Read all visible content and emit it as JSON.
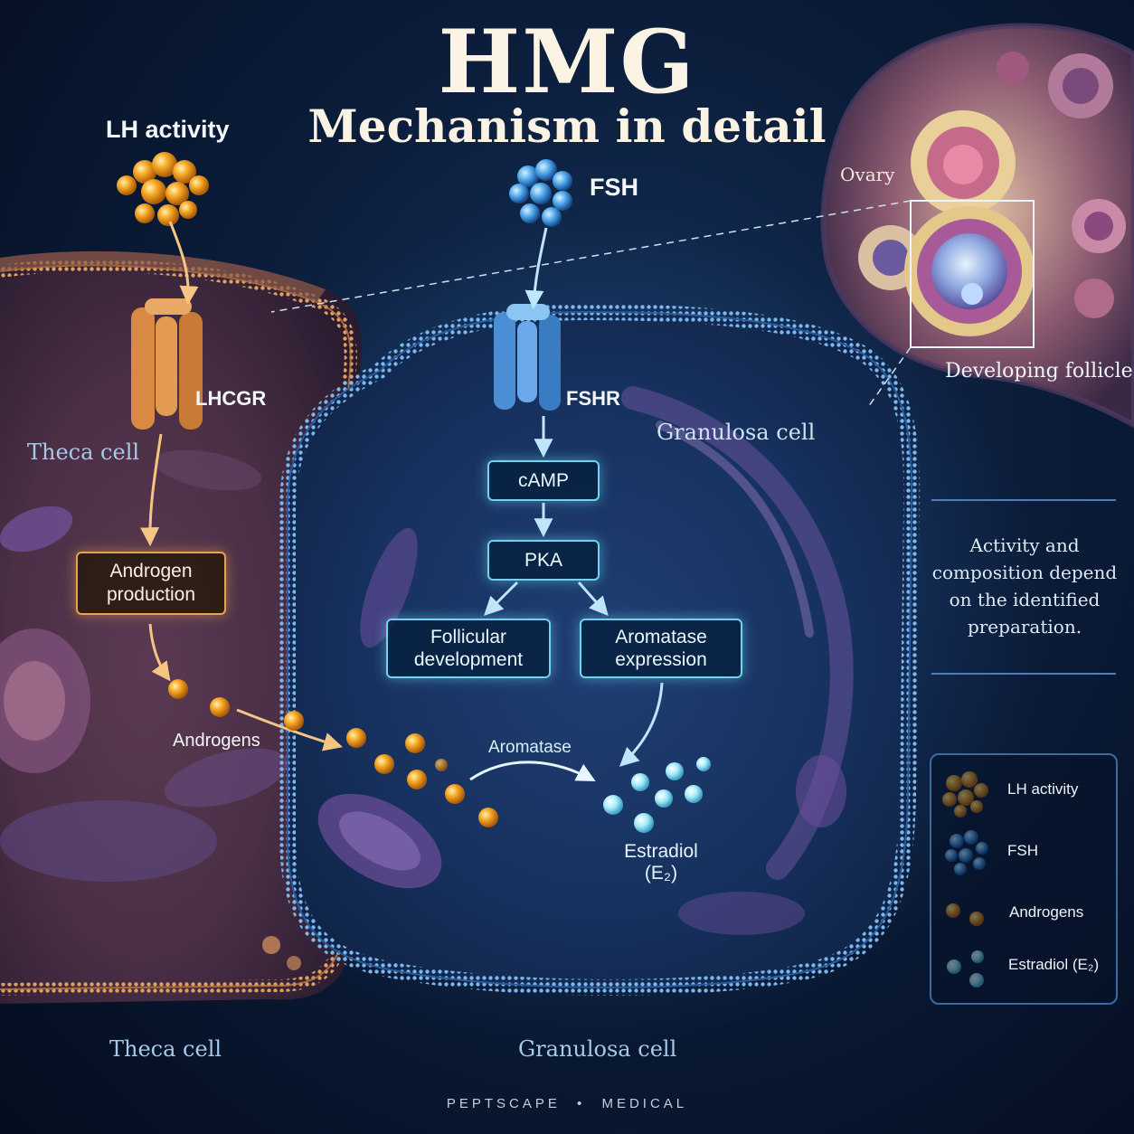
{
  "header": {
    "title": "HMG",
    "subtitle": "Mechanism in detail"
  },
  "labels": {
    "lh_activity": "LH activity",
    "fsh": "FSH",
    "lhcgr": "LHCGR",
    "fshr": "FSHR",
    "theca_cell_inner": "Theca cell",
    "theca_cell_bottom": "Theca cell",
    "granulosa_cell_inner": "Granulosa cell",
    "granulosa_cell_bottom": "Granulosa cell",
    "androgens": "Androgens",
    "aromatase": "Aromatase",
    "estradiol_line1": "Estradiol",
    "estradiol_line2": "(E₂)",
    "ovary": "Ovary",
    "developing_follicle": "Developing follicle"
  },
  "pathway": {
    "androgen_production": "Androgen production",
    "camp": "cAMP",
    "pka": "PKA",
    "follicular_development": "Follicular development",
    "aromatase_expression": "Aromatase expression"
  },
  "note": "Activity and composition depend on the identified preparation.",
  "legend": {
    "items": [
      {
        "label": "LH activity",
        "icon": "lh-molecule-icon"
      },
      {
        "label": "FSH",
        "icon": "fsh-molecule-icon"
      },
      {
        "label": "Androgens",
        "icon": "androgen-dots-icon"
      },
      {
        "label": "Estradiol (E₂)",
        "icon": "estradiol-dots-icon"
      }
    ]
  },
  "footer": {
    "brand": "PEPTSCAPE",
    "separator": "•",
    "division": "MEDICAL"
  },
  "colors": {
    "lh_orange": "#f3a33a",
    "fsh_blue": "#4fa7ea",
    "androgen_gold": "#f6a623",
    "estradiol_cyan": "#9fe8f6",
    "granulosa_membrane": "#4a8ed6",
    "theca_membrane": "#c27a3d"
  }
}
